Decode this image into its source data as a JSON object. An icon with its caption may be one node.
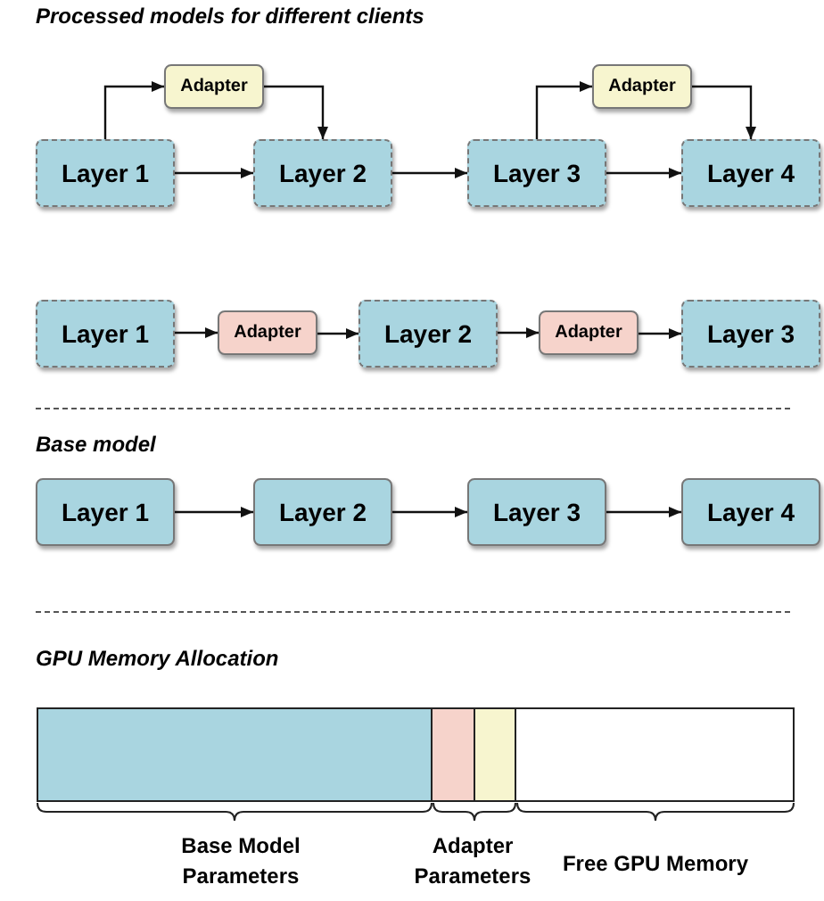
{
  "diagram": {
    "title": "Processed models for different clients",
    "nodes": [
      {
        "text": [
          "Layer 1"
        ]
      },
      {
        "text": [
          "Adapter"
        ]
      },
      {
        "text": [
          "Layer 2"
        ]
      },
      {
        "text": [
          "Layer 3"
        ]
      },
      {
        "text": [
          "Adapter"
        ]
      },
      {
        "text": [
          "Layer 4"
        ]
      },
      {
        "text": [
          "Layer 1"
        ]
      },
      {
        "text": [
          "Adapter"
        ]
      },
      {
        "text": [
          "Layer 2"
        ]
      },
      {
        "text": [
          "Adapter"
        ]
      },
      {
        "text": [
          "Layer 3"
        ]
      },
      {
        "text": [
          "Layer 1"
        ]
      },
      {
        "text": [
          "Layer 2"
        ]
      },
      {
        "text": [
          "Layer 3"
        ]
      },
      {
        "text": [
          "Layer 4"
        ]
      }
    ],
    "edges": [
      {
        "from": 0,
        "to": 1,
        "arrow": "to"
      },
      {
        "from": 1,
        "to": 2,
        "arrow": "to"
      },
      {
        "from": 0,
        "to": 2,
        "arrow": "to"
      },
      {
        "from": 2,
        "to": 3,
        "arrow": "to"
      },
      {
        "from": 3,
        "to": 4,
        "arrow": "to"
      },
      {
        "from": 4,
        "to": 5,
        "arrow": "to"
      },
      {
        "from": 3,
        "to": 5,
        "arrow": "to"
      },
      {
        "from": 6,
        "to": 7,
        "arrow": "to"
      },
      {
        "from": 7,
        "to": 8,
        "arrow": "to"
      },
      {
        "from": 8,
        "to": 9,
        "arrow": "to"
      },
      {
        "from": 9,
        "to": 10,
        "arrow": "to"
      },
      {
        "from": 11,
        "to": 12,
        "arrow": "to"
      },
      {
        "from": 12,
        "to": 13,
        "arrow": "to"
      },
      {
        "from": 13,
        "to": 14,
        "arrow": "to"
      }
    ],
    "labels": [
      "Base model",
      "GPU Memory Allocation",
      "Base Model Parameters",
      "Adapter Parameters",
      "Free GPU Memory"
    ]
  }
}
